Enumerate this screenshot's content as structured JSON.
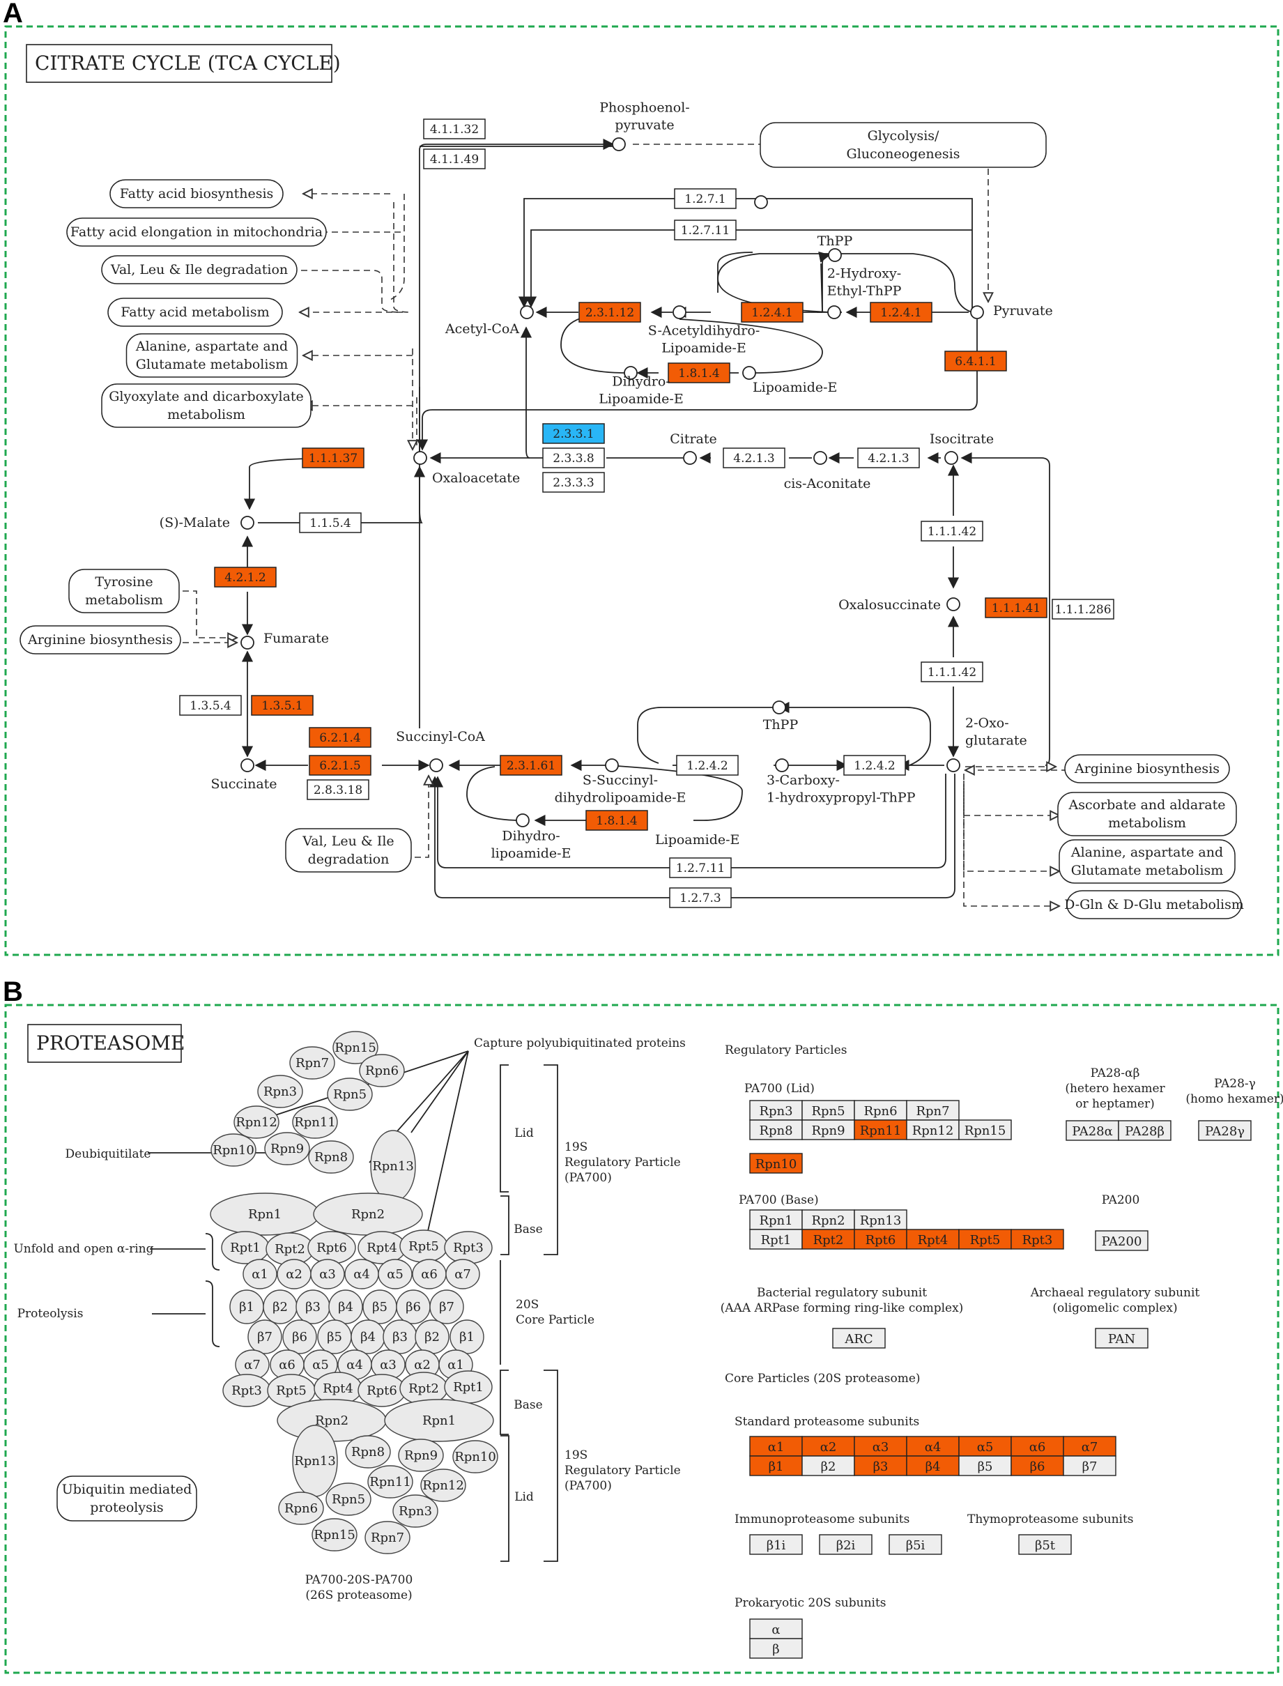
{
  "colors": {
    "up": "#f25c05",
    "down": "#29b6f6",
    "plain": "#ffffff",
    "gray": "#eeeeee",
    "frame": "#1fa84f"
  },
  "panels": {
    "a": "A",
    "b": "B"
  },
  "tca": {
    "title": "CITRATE CYCLE (TCA CYCLE)",
    "compounds": {
      "pep": "Phosphoenol-\npyruvate",
      "acetylcoa": "Acetyl-CoA",
      "thpp": "ThPP",
      "hydroxy": "2-Hydroxy-\nEthyl-ThPP",
      "pyruvate": "Pyruvate",
      "sacetyl": "S-Acetyldihydro-\nLipoamide-E",
      "dihydro1": "Dihydro-\nLipoamide-E",
      "lipoamide1": "Lipoamide-E",
      "citrate": "Citrate",
      "isocitrate": "Isocitrate",
      "cisaconitate": "cis-Aconitate",
      "oxaloacetate": "Oxaloacetate",
      "malate": "(S)-Malate",
      "fumarate": "Fumarate",
      "oxalosuccinate": "Oxalosuccinate",
      "oxoglutarate": "2-Oxo-\nglutarate",
      "succinylcoa": "Succinyl-CoA",
      "succinate": "Succinate",
      "thpp2": "ThPP",
      "ssuccinyl": "S-Succinyl-\ndihydrolipoamide-E",
      "carboxy": "3-Carboxy-\n1-hydroxypropyl-ThPP",
      "dihydro2": "Dihydro-\nlipoamide-E",
      "lipoamide2": "Lipoamide-E"
    },
    "pathways": {
      "glycolysis": "Glycolysis/\nGluconeogenesis",
      "fab": "Fatty acid biosynthesis",
      "fae": "Fatty acid elongation in mitochondria",
      "vli1": "Val, Leu & Ile degradation",
      "fam": "Fatty acid metabolism",
      "aag1": "Alanine, aspartate and\nGlutamate metabolism",
      "gdm": "Glyoxylate and dicarboxylate\nmetabolism",
      "tyr": "Tyrosine\nmetabolism",
      "arg1": "Arginine biosynthesis",
      "vli2": "Val, Leu & Ile\ndegradation",
      "arg2": "Arginine biosynthesis",
      "asc": "Ascorbate and aldarate\nmetabolism",
      "aag2": "Alanine, aspartate and\nGlutamate metabolism",
      "dgln": "D-Gln & D-Glu metabolism"
    },
    "enzymes": [
      {
        "label": "4.1.1.32",
        "status": "plain"
      },
      {
        "label": "4.1.1.49",
        "status": "plain"
      },
      {
        "label": "1.2.7.1",
        "status": "plain"
      },
      {
        "label": "1.2.7.11",
        "status": "plain"
      },
      {
        "label": "2.3.1.12",
        "status": "up"
      },
      {
        "label": "1.2.4.1",
        "status": "up"
      },
      {
        "label": "1.2.4.1",
        "status": "up"
      },
      {
        "label": "1.8.1.4",
        "status": "up"
      },
      {
        "label": "6.4.1.1",
        "status": "up"
      },
      {
        "label": "2.3.3.1",
        "status": "down"
      },
      {
        "label": "2.3.3.8",
        "status": "plain"
      },
      {
        "label": "2.3.3.3",
        "status": "plain"
      },
      {
        "label": "4.2.1.3",
        "status": "plain"
      },
      {
        "label": "4.2.1.3",
        "status": "plain"
      },
      {
        "label": "1.1.1.37",
        "status": "up"
      },
      {
        "label": "1.1.5.4",
        "status": "plain"
      },
      {
        "label": "4.2.1.2",
        "status": "up"
      },
      {
        "label": "1.1.1.42",
        "status": "plain"
      },
      {
        "label": "1.1.1.41",
        "status": "up"
      },
      {
        "label": "1.1.1.286",
        "status": "plain"
      },
      {
        "label": "1.1.1.42",
        "status": "plain"
      },
      {
        "label": "1.3.5.4",
        "status": "plain"
      },
      {
        "label": "1.3.5.1",
        "status": "up"
      },
      {
        "label": "6.2.1.4",
        "status": "up"
      },
      {
        "label": "6.2.1.5",
        "status": "up"
      },
      {
        "label": "2.8.3.18",
        "status": "plain"
      },
      {
        "label": "2.3.1.61",
        "status": "up"
      },
      {
        "label": "1.2.4.2",
        "status": "plain"
      },
      {
        "label": "1.2.4.2",
        "status": "plain"
      },
      {
        "label": "1.8.1.4",
        "status": "up"
      },
      {
        "label": "1.2.7.11",
        "status": "plain"
      },
      {
        "label": "1.2.7.3",
        "status": "plain"
      }
    ]
  },
  "proteasome": {
    "title": "PROTEASOME",
    "annotations": {
      "capture": "Capture polyubiquitinated proteins",
      "deubiq": "Deubiquitilate",
      "unfold": "Unfold and open α-ring",
      "proteolysis": "Proteolysis",
      "lid1": "Lid",
      "base1": "Base",
      "rp1": "19S\nRegulatory Particle\n(PA700)",
      "cp": "20S\nCore Particle",
      "base2": "Base",
      "lid2": "Lid",
      "rp2": "19S\nRegulatory Particle\n(PA700)",
      "caption": "PA700-20S-PA700\n(26S proteasome)",
      "ubiquitin": "Ubiquitin mediated\nproteolysis"
    },
    "ellipses": [
      "Rpn15",
      "Rpn7",
      "Rpn6",
      "Rpn3",
      "Rpn5",
      "Rpn12",
      "Rpn11",
      "Rpn13",
      "Rpn10",
      "Rpn9",
      "Rpn8",
      "Rpn1",
      "Rpn2",
      "Rpt1",
      "Rpt2",
      "Rpt6",
      "Rpt4",
      "Rpt5",
      "Rpt3",
      "α1",
      "α2",
      "α3",
      "α4",
      "α5",
      "α6",
      "α7",
      "β1",
      "β2",
      "β3",
      "β4",
      "β5",
      "β6",
      "β7",
      "β7",
      "β6",
      "β5",
      "β4",
      "β3",
      "β2",
      "β1",
      "α7",
      "α6",
      "α5",
      "α4",
      "α3",
      "α2",
      "α1",
      "Rpt3",
      "Rpt5",
      "Rpt4",
      "Rpt6",
      "Rpt2",
      "Rpt1",
      "Rpn2",
      "Rpn1",
      "Rpn13",
      "Rpn8",
      "Rpn9",
      "Rpn10",
      "Rpn11",
      "Rpn12",
      "Rpn5",
      "Rpn6",
      "Rpn3",
      "Rpn15",
      "Rpn7"
    ],
    "sections": {
      "regulatory": "Regulatory Particles",
      "pa700lid": "PA700 (Lid)",
      "pa28ab": "PA28-αβ\n(hetero hexamer\nor heptamer)",
      "pa28g": "PA28-γ\n(homo hexamer)",
      "pa700base": "PA700 (Base)",
      "pa200": "PA200",
      "bacterial": "Bacterial regulatory subunit\n(AAA ARPase forming ring-like complex)",
      "archaeal": "Archaeal regulatory subunit\n(oligomelic complex)",
      "core": "Core Particles (20S proteasome)",
      "standard": "Standard proteasome subunits",
      "immuno": "Immunoproteasome subunits",
      "thymo": "Thymoproteasome subunits",
      "prokaryotic": "Prokaryotic 20S subunits"
    },
    "subunits": [
      {
        "label": "Rpn3",
        "status": "gray"
      },
      {
        "label": "Rpn5",
        "status": "gray"
      },
      {
        "label": "Rpn6",
        "status": "gray"
      },
      {
        "label": "Rpn7",
        "status": "gray"
      },
      {
        "label": "Rpn8",
        "status": "gray"
      },
      {
        "label": "Rpn9",
        "status": "gray"
      },
      {
        "label": "Rpn11",
        "status": "up"
      },
      {
        "label": "Rpn12",
        "status": "gray"
      },
      {
        "label": "Rpn15",
        "status": "gray"
      },
      {
        "label": "Rpn10",
        "status": "up"
      },
      {
        "label": "PA28α",
        "status": "gray"
      },
      {
        "label": "PA28β",
        "status": "gray"
      },
      {
        "label": "PA28γ",
        "status": "gray"
      },
      {
        "label": "Rpn1",
        "status": "gray"
      },
      {
        "label": "Rpn2",
        "status": "gray"
      },
      {
        "label": "Rpn13",
        "status": "gray"
      },
      {
        "label": "Rpt1",
        "status": "gray"
      },
      {
        "label": "Rpt2",
        "status": "up"
      },
      {
        "label": "Rpt6",
        "status": "up"
      },
      {
        "label": "Rpt4",
        "status": "up"
      },
      {
        "label": "Rpt5",
        "status": "up"
      },
      {
        "label": "Rpt3",
        "status": "up"
      },
      {
        "label": "PA200",
        "status": "gray"
      },
      {
        "label": "ARC",
        "status": "gray"
      },
      {
        "label": "PAN",
        "status": "gray"
      },
      {
        "label": "α1",
        "status": "up"
      },
      {
        "label": "α2",
        "status": "up"
      },
      {
        "label": "α3",
        "status": "up"
      },
      {
        "label": "α4",
        "status": "up"
      },
      {
        "label": "α5",
        "status": "up"
      },
      {
        "label": "α6",
        "status": "up"
      },
      {
        "label": "α7",
        "status": "up"
      },
      {
        "label": "β1",
        "status": "up"
      },
      {
        "label": "β2",
        "status": "gray"
      },
      {
        "label": "β3",
        "status": "up"
      },
      {
        "label": "β4",
        "status": "up"
      },
      {
        "label": "β5",
        "status": "gray"
      },
      {
        "label": "β6",
        "status": "up"
      },
      {
        "label": "β7",
        "status": "gray"
      },
      {
        "label": "β1i",
        "status": "gray"
      },
      {
        "label": "β2i",
        "status": "gray"
      },
      {
        "label": "β5i",
        "status": "gray"
      },
      {
        "label": "β5t",
        "status": "gray"
      },
      {
        "label": "α",
        "status": "gray"
      },
      {
        "label": "β",
        "status": "gray"
      }
    ]
  }
}
